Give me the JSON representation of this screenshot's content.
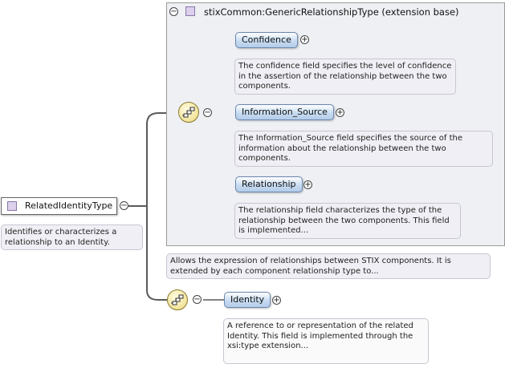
{
  "root": {
    "label": "RelatedIdentityType",
    "description": "Identifies or characterizes a relationship to an Identity."
  },
  "extension": {
    "title": "stixCommon:GenericRelationshipType (extension base)",
    "description": "Allows the expression of relationships between STIX components. It is extended by each component relationship type to...",
    "elements": [
      {
        "label": "Confidence",
        "description": "The confidence field specifies the level of confidence in the assertion of the relationship between the two components."
      },
      {
        "label": "Information_Source",
        "description": "The Information_Source field specifies the source of the information about the relationship between the two components."
      },
      {
        "label": "Relationship",
        "description": "The relationship field characterizes the type of the relationship between the two components. This field is implemented..."
      }
    ]
  },
  "identity": {
    "label": "Identity",
    "description": "A reference to or representation of the related Identity. This field is implemented through the xsi:type extension..."
  },
  "symbols": {
    "collapse": "−",
    "expand": "+"
  }
}
